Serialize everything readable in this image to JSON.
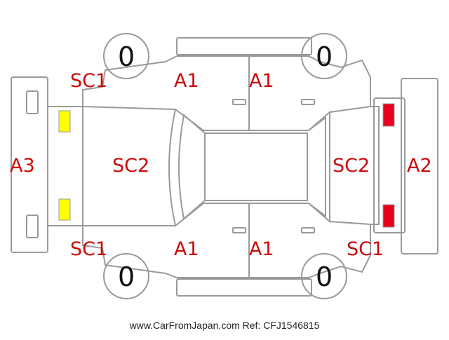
{
  "diagram": {
    "zones": {
      "front_bumper": "A3",
      "rear_bumper": "A2",
      "hood": "SC2",
      "trunk": "SC2",
      "front_left_fender": "SC1",
      "front_left_door": "A1",
      "rear_left_door": "A1",
      "front_right_fender": "SC1",
      "front_right_door": "A1",
      "rear_right_door": "A1",
      "rear_right_fender": "SC1"
    },
    "tires": {
      "front_left": "0",
      "rear_left": "0",
      "front_right": "0",
      "rear_right": "0"
    },
    "colors": {
      "outline": "#9a9a9a",
      "damage_text": "#cc0a0a",
      "front_lights": "#ffff00",
      "rear_lights": "#e8001c"
    }
  },
  "footer": "www.CarFromJapan.com Ref: CFJ1546815"
}
